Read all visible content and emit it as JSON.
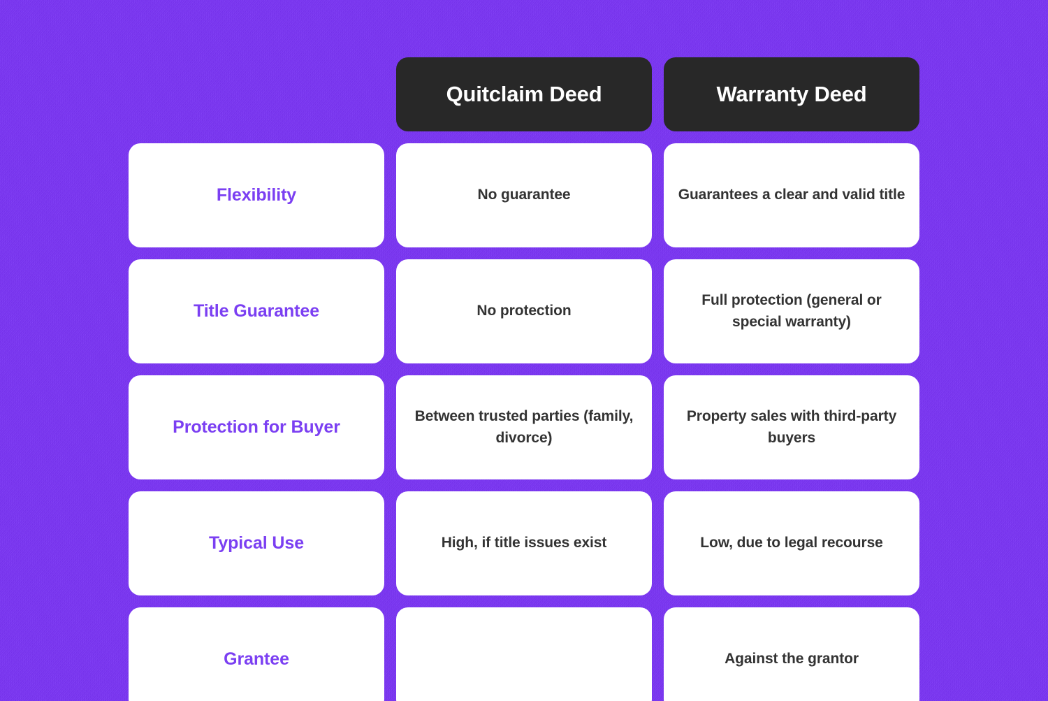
{
  "theme": {
    "background_color": "#7b35f5",
    "header_card_color": "#282828",
    "card_color": "#ffffff",
    "label_text_color": "#7b3ff2",
    "value_text_color": "#333333",
    "header_text_color": "#ffffff"
  },
  "table": {
    "corner_label": "",
    "columns": [
      {
        "label": "Quitclaim Deed"
      },
      {
        "label": "Warranty Deed"
      }
    ],
    "rows": [
      {
        "label": "Flexibility",
        "quitclaim": "No guarantee",
        "warranty": "Guarantees a clear and valid title"
      },
      {
        "label": "Title Guarantee",
        "quitclaim": "No protection",
        "warranty": "Full protection (general or special warranty)"
      },
      {
        "label": "Protection for Buyer",
        "quitclaim": "Between trusted parties (family, divorce)",
        "warranty": "Property sales with third-party buyers"
      },
      {
        "label": "Typical Use",
        "quitclaim": "High, if title issues exist",
        "warranty": "Low, due to legal recourse"
      },
      {
        "label": "Grantee",
        "quitclaim": "",
        "warranty": "Against the grantor"
      }
    ]
  }
}
